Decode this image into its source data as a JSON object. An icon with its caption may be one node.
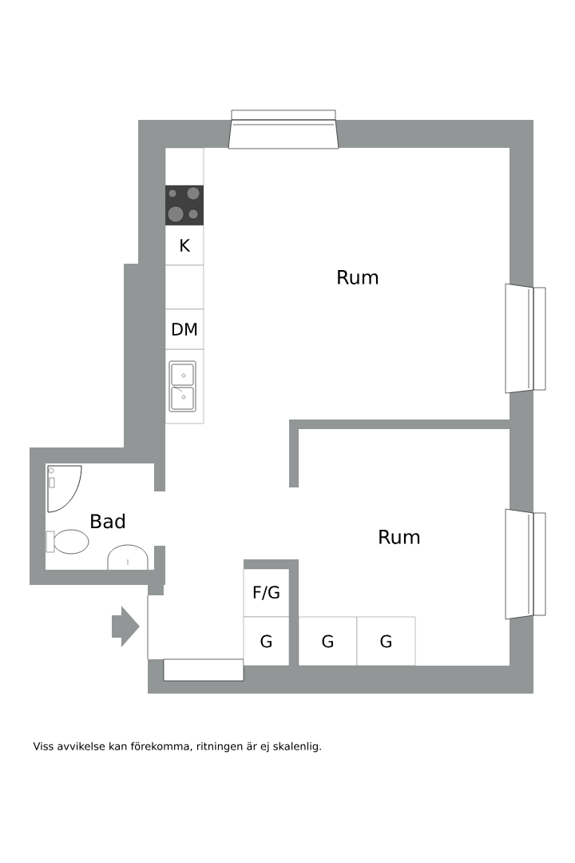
{
  "diagram": {
    "caption": "Viss avvikelse kan förekomma, ritningen är ej skalenlig.",
    "nodes": [
      {
        "text": [
          "K"
        ]
      },
      {
        "text": [],
        "shape": "box"
      },
      {
        "text": [
          "DM"
        ]
      },
      {
        "text": [
          "F/G"
        ]
      },
      {
        "text": [
          "G"
        ]
      },
      {
        "text": [
          "G"
        ]
      },
      {
        "text": [
          "G"
        ]
      }
    ],
    "labels": [
      "Rum",
      "Bad",
      "Rum"
    ]
  }
}
